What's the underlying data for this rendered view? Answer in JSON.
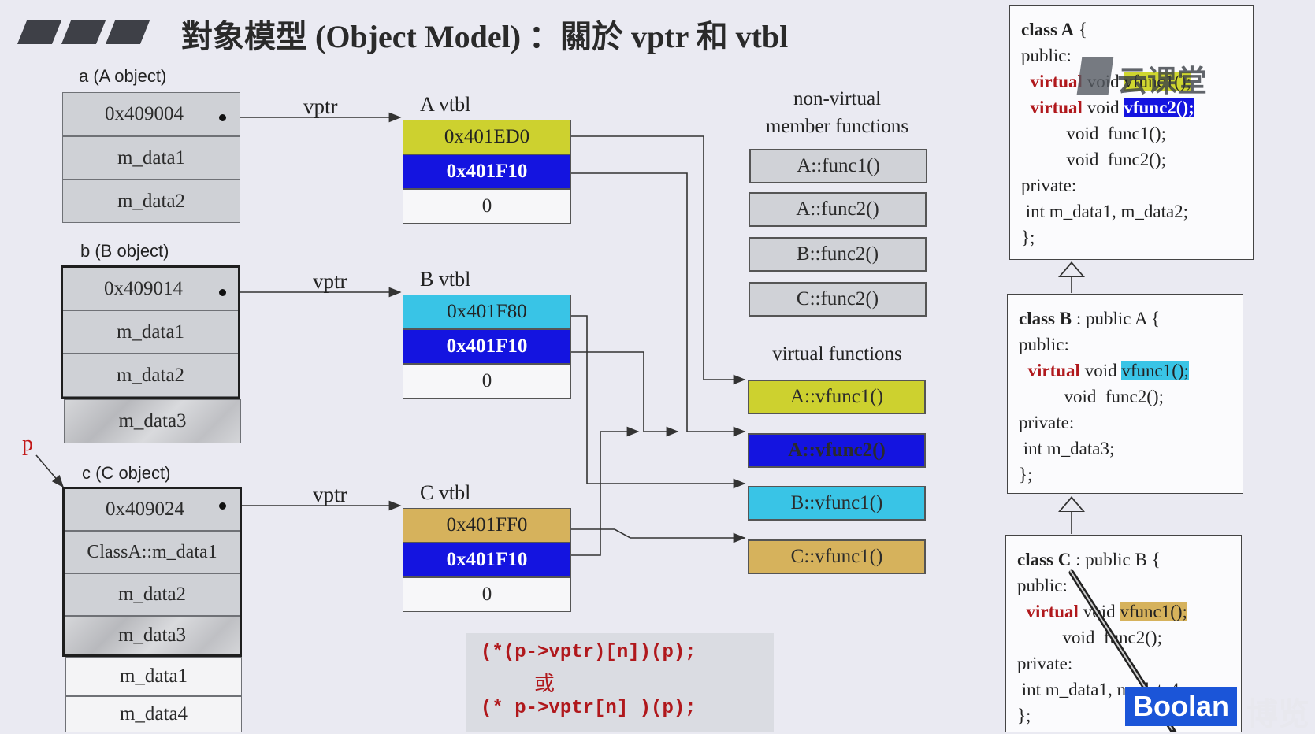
{
  "title": "對象模型 (Object Model) ：關於 vptr 和 vtbl",
  "objects": {
    "a": {
      "label": "a (A object)",
      "cells": [
        "0x409004",
        "m_data1",
        "m_data2"
      ]
    },
    "b": {
      "label": "b (B object)",
      "cells": [
        "0x409014",
        "m_data1",
        "m_data2",
        "m_data3"
      ]
    },
    "c": {
      "label": "c (C object)",
      "cells": [
        "0x409024",
        "ClassA::m_data1",
        "m_data2",
        "m_data3",
        "m_data1",
        "m_data4"
      ]
    }
  },
  "pointer_label": "p",
  "vptr_label": "vptr",
  "vtbls": {
    "a": {
      "label": "A vtbl",
      "entries": [
        "0x401ED0",
        "0x401F10",
        "0"
      ]
    },
    "b": {
      "label": "B vtbl",
      "entries": [
        "0x401F80",
        "0x401F10",
        "0"
      ]
    },
    "c": {
      "label": "C vtbl",
      "entries": [
        "0x401FF0",
        "0x401F10",
        "0"
      ]
    }
  },
  "nonvirtual": {
    "heading_line1": "non-virtual",
    "heading_line2": "member functions",
    "items": [
      "A::func1()",
      "A::func2()",
      "B::func2()",
      "C::func2()"
    ]
  },
  "virtual": {
    "heading": "virtual functions",
    "items": [
      "A::vfunc1()",
      "A::vfunc2()",
      "B::vfunc1()",
      "C::vfunc1()"
    ]
  },
  "snippet": {
    "line1": "(*(p->vptr)[n])(p);",
    "or": "或",
    "line2": "(* p->vptr[n] )(p);"
  },
  "classes": {
    "a": {
      "head_kw": "class A",
      "head_rest": " {",
      "public": "public:",
      "virtual_kw": "virtual",
      "void": "void",
      "v1": "vfunc1();",
      "v2": "vfunc2();",
      "f1": "void  func1();",
      "f2": "void  func2();",
      "private": "private:",
      "members": "int m_data1, m_data2;",
      "close": "};"
    },
    "b": {
      "head_kw": "class B",
      "head_rest": " : public A {",
      "public": "public:",
      "virtual_kw": "virtual",
      "void": "void",
      "v1": "vfunc1();",
      "f2": "void  func2();",
      "private": "private:",
      "members": "int m_data3;",
      "close": "};"
    },
    "c": {
      "head_kw": "class C",
      "head_rest": " : public B {",
      "public": "public:",
      "virtual_kw": "virtual",
      "void": "void",
      "v1": "vfunc1();",
      "f2": "void  func2();",
      "private": "private:",
      "members": "int m_data1, m_data4;",
      "close": "};"
    }
  },
  "watermark": "云课堂",
  "brand": "Boolan",
  "brand_cn": "博览",
  "colors": {
    "yellow": "#cdd12f",
    "blue": "#1414e0",
    "cyan": "#39c4e6",
    "tan": "#d6b25c",
    "keyword_red": "#b0181c"
  }
}
